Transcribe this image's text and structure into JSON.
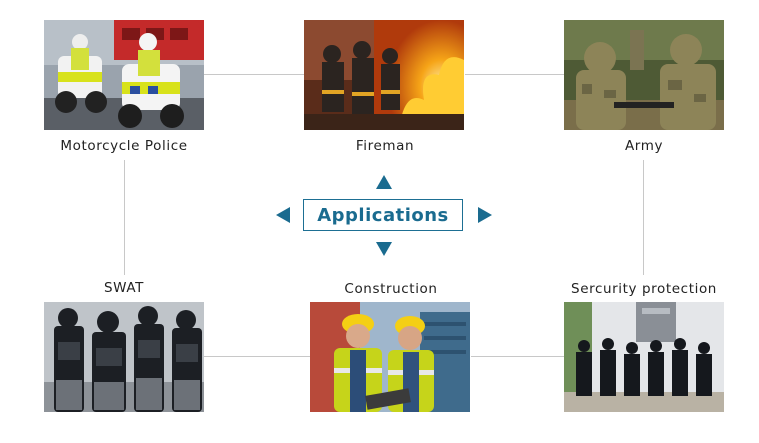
{
  "center": {
    "label": "Applications"
  },
  "nodes": [
    {
      "id": "motorcycle-police",
      "label": "Motorcycle Police"
    },
    {
      "id": "fireman",
      "label": "Fireman"
    },
    {
      "id": "army",
      "label": "Army"
    },
    {
      "id": "swat",
      "label": "SWAT"
    },
    {
      "id": "construction",
      "label": "Construction"
    },
    {
      "id": "security",
      "label": "Sercurity protection"
    }
  ],
  "colors": {
    "accent": "#1a6b8f",
    "connector": "#c8c8c8"
  }
}
